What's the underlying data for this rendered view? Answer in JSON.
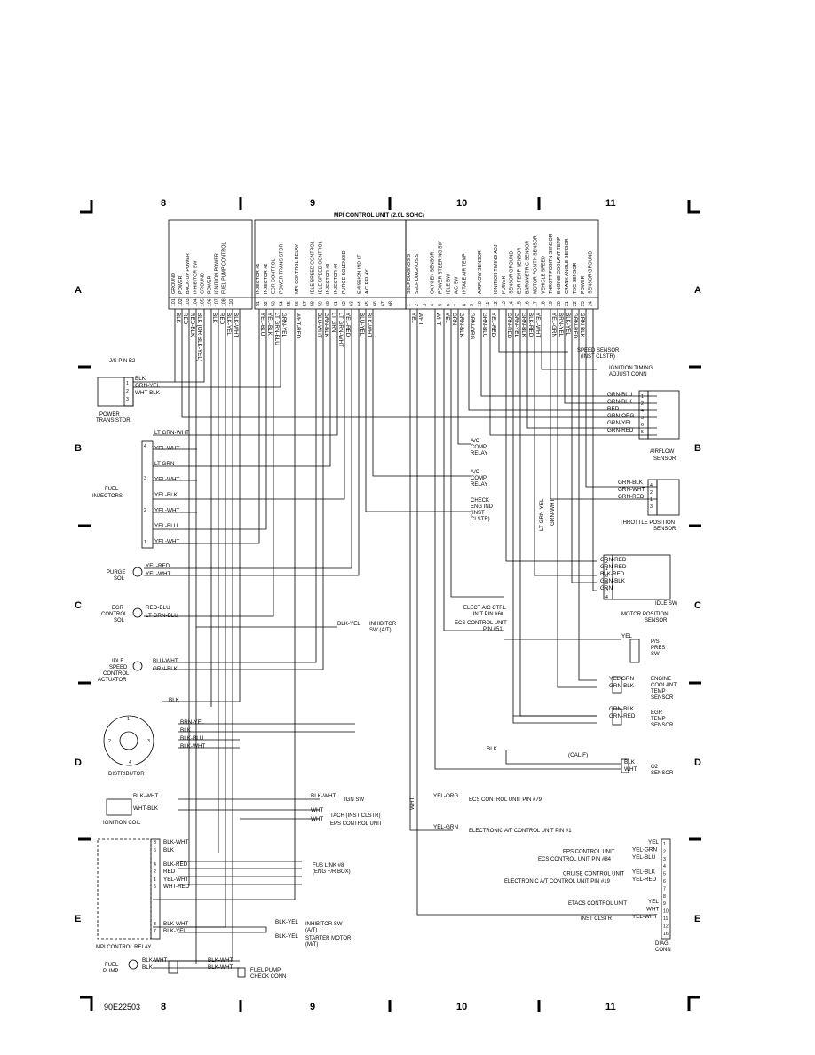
{
  "title": "MPI CONTROL UNIT (2.0L SOHC)",
  "figure_id": "90E22503",
  "columns": [
    "8",
    "9",
    "10",
    "11"
  ],
  "rows": [
    "A",
    "B",
    "C",
    "D",
    "E"
  ],
  "ecu_pins_left": [
    {
      "num": "101",
      "func": "GROUND"
    },
    {
      "num": "102",
      "func": "POWER"
    },
    {
      "num": "103",
      "func": "BACK-UP POWER"
    },
    {
      "num": "104",
      "func": "INHIBITOR SW"
    },
    {
      "num": "105",
      "func": "GROUND"
    },
    {
      "num": "106",
      "func": "POWER"
    },
    {
      "num": "107",
      "func": "IGNITION POWER"
    },
    {
      "num": "108",
      "func": "FUEL PUMP CONTROL"
    },
    {
      "num": "110",
      "func": ""
    }
  ],
  "ecu_pins_mid": [
    {
      "num": "51",
      "func": "INJECTOR #1"
    },
    {
      "num": "52",
      "func": "INJECTOR #2"
    },
    {
      "num": "53",
      "func": "EGR CONTROL"
    },
    {
      "num": "54",
      "func": "POWER TRANSISTOR"
    },
    {
      "num": "55",
      "func": ""
    },
    {
      "num": "56",
      "func": "MPI CONTROL RELAY"
    },
    {
      "num": "57",
      "func": ""
    },
    {
      "num": "58",
      "func": "IDLE SPEED CONTROL"
    },
    {
      "num": "59",
      "func": "IDLE SPEED CONTROL"
    },
    {
      "num": "60",
      "func": "INJECTOR #3"
    },
    {
      "num": "61",
      "func": "INJECTOR #4"
    },
    {
      "num": "62",
      "func": "PURGE SOLENOID"
    },
    {
      "num": "63",
      "func": ""
    },
    {
      "num": "64",
      "func": "EMISSION IND LT"
    },
    {
      "num": "65",
      "func": "A/C RELAY"
    },
    {
      "num": "66",
      "func": ""
    },
    {
      "num": "67",
      "func": ""
    },
    {
      "num": "68",
      "func": ""
    }
  ],
  "ecu_pins_right": [
    {
      "num": "1",
      "func": "SELF DIAGNOSIS"
    },
    {
      "num": "2",
      "func": "SELF DIAGNOSIS"
    },
    {
      "num": "3",
      "func": ""
    },
    {
      "num": "4",
      "func": "OXYGEN SENSOR"
    },
    {
      "num": "5",
      "func": "POWER STEERING SW"
    },
    {
      "num": "6",
      "func": "IDLE SW"
    },
    {
      "num": "7",
      "func": "A/C SW"
    },
    {
      "num": "8",
      "func": "INTAKE AIR TEMP"
    },
    {
      "num": "9",
      "func": ""
    },
    {
      "num": "10",
      "func": "AIRFLOW SENSOR"
    },
    {
      "num": "11",
      "func": ""
    },
    {
      "num": "12",
      "func": "IGNITION TIMING ADJ"
    },
    {
      "num": "13",
      "func": "POWER"
    },
    {
      "num": "14",
      "func": "SENSOR GROUND"
    },
    {
      "num": "15",
      "func": "EGR TEMP SENSOR"
    },
    {
      "num": "16",
      "func": "BAROMETRIC SENSOR"
    },
    {
      "num": "17",
      "func": "MOTOR POSITN SENSOR"
    },
    {
      "num": "18",
      "func": "VEHICLE SPEED"
    },
    {
      "num": "19",
      "func": "THROTT POSITN SENSOR"
    },
    {
      "num": "20",
      "func": "ENGINE COOLANT TEMP"
    },
    {
      "num": "21",
      "func": "CRANK ANGLE SENSOR"
    },
    {
      "num": "22",
      "func": "TDC SENSOR"
    },
    {
      "num": "23",
      "func": "POWER"
    },
    {
      "num": "24",
      "func": "SENSOR GROUND"
    }
  ],
  "wire_colors_top": {
    "left": [
      "BLK",
      "RED",
      "RED-BLK",
      "BLK (OR BLK-YEL)",
      "BLK",
      "RED",
      "BLK-YEL",
      "BLK-WHT"
    ],
    "mid": [
      "YEL-BLU",
      "YEL-BLK",
      "LT GRN-BLU",
      "GRN-YEL",
      "WHT-RED",
      "BLU-WHT",
      "GRN-BLK",
      "LT GRN",
      "LT GRN-WHT",
      "YEL-RED",
      "BLU-YEL",
      "BLK-WHT"
    ],
    "right": [
      "YEL",
      "WHT",
      "WHT",
      "YEL",
      "GRN",
      "GRN-BLK",
      "GRN-ORG",
      "GRN-BLU",
      "YEL-RED",
      "GRN-RED",
      "GRN-YEL",
      "GRN-BLK",
      "BLK-RED",
      "YEL-WHT",
      "YEL-GRN",
      "BRN-YEL",
      "BLK-YEL",
      "GRN-RED",
      "GRN-BLK"
    ]
  },
  "components": {
    "js_pin": "J/S PIN B2",
    "power_transistor": {
      "name": "POWER TRANSISTOR",
      "pins": [
        "1",
        "2",
        "3"
      ],
      "wires": [
        "BLK",
        "GRN-YEL",
        "WHT-BLK"
      ]
    },
    "fuel_injectors": {
      "name": "FUEL INJECTORS",
      "pins": [
        "4",
        "3",
        "2",
        "1"
      ],
      "wires": [
        "LT GRN-WHT",
        "YEL-WHT",
        "LT GRN",
        "YEL-WHT",
        "YEL-BLK",
        "YEL-WHT",
        "YEL-BLU",
        "YEL-WHT"
      ]
    },
    "purge_sol": {
      "name": "PURGE SOL",
      "wires": [
        "YEL-RED",
        "YEL-WHT"
      ]
    },
    "egr_sol": {
      "name": "EGR CONTROL SOL",
      "wires": [
        "RED-BLU",
        "LT GRN-BLU"
      ]
    },
    "isc": {
      "name": "IDLE SPEED CONTROL ACTUATOR",
      "wires": [
        "BLU-WHT",
        "GRN-BLK"
      ]
    },
    "blk_ground": "BLK",
    "distributor": {
      "name": "DISTRIBUTOR",
      "pins": [
        "1",
        "2",
        "3",
        "4"
      ],
      "wires": [
        "BRN-YEL",
        "BLK",
        "BLK-BLU",
        "BLK-WHT"
      ]
    },
    "ignition_coil": {
      "name": "IGNITION COIL",
      "wires": [
        "BLK-WHT",
        "WHT-BLK"
      ]
    },
    "mpi_relay": {
      "name": "MPI CONTROL RELAY",
      "pins": [
        "8",
        "6",
        "4",
        "2",
        "1",
        "5",
        "3",
        "7"
      ],
      "wires": [
        "BLK-WHT",
        "BLK",
        "BLK-RED",
        "RED",
        "YEL-WHT",
        "WHT-RED",
        "BLK-WHT",
        "BLK-YEL"
      ]
    },
    "fuel_pump": {
      "name": "FUEL PUMP",
      "wires": [
        "BLK-WHT",
        "BLK"
      ]
    },
    "fuel_pump_check": "FUEL PUMP CHECK CONN",
    "speed_sensor": "SPEED SENSOR (INST CLSTR)",
    "ign_timing": "IGNITION TIMING ADJUST CONN",
    "airflow": {
      "name": "AIRFLOW SENSOR",
      "pins": [
        "1",
        "2",
        "4",
        "3",
        "6",
        "5"
      ],
      "wires": [
        "GRN-BLU",
        "GRN-BLK",
        "RED",
        "GRN-ORG",
        "GRN-YEL",
        "GRN-RED"
      ]
    },
    "ac_comp_relay_1": "A/C COMP RELAY",
    "ac_comp_relay_2": "A/C COMP RELAY",
    "check_eng": "CHECK ENG IND (INST CLSTR)",
    "throttle": {
      "name": "THROTTLE POSITION SENSOR",
      "pins": [
        "4",
        "2",
        "1",
        "3"
      ],
      "wires": [
        "GRN-BLK",
        "GRN-WHT",
        "GRN-RED"
      ]
    },
    "motor_pos": {
      "name": "MOTOR POSITION SENSOR",
      "pins": [
        "2",
        "1",
        "6",
        "5",
        "3",
        "4"
      ],
      "wires": [
        "GRN-RED",
        "GRN-RED",
        "BLK-RED",
        "GRN-BLK",
        "GRN"
      ]
    },
    "idle_sw": "IDLE SW",
    "lt_grn_yel": "LT GRN-YEL",
    "grn_wht": "GRN-WHT",
    "elect_ac_ctrl": "ELECT A/C CTRL UNIT PIN #60",
    "ecs_pin51": "ECS CONTROL UNIT PIN #51",
    "ps_pres": {
      "name": "P/S PRES SW",
      "wire": "YEL"
    },
    "inhibitor_at": {
      "wire": "BLK-YEL",
      "label": "INHIBITOR SW (A/T)"
    },
    "coolant": {
      "name": "ENGINE COOLANT TEMP SENSOR",
      "wires": [
        "YEL-GRN",
        "GRN-BLK"
      ]
    },
    "egr_temp": {
      "name": "EGR TEMP SENSOR",
      "wires": [
        "GRN-BLK",
        "GRN-RED"
      ]
    },
    "o2": {
      "name": "O2 SENSOR",
      "wires": [
        "BLK",
        "WHT"
      ],
      "calif": "(CALIF)"
    },
    "ign_sw": {
      "wire": "BLK-WHT",
      "label": "IGN SW"
    },
    "tach": {
      "wire": "WHT",
      "label": "TACH (INST CLSTR)"
    },
    "eps": {
      "wire": "WHT",
      "label": "EPS CONTROL UNIT"
    },
    "fus_link": {
      "label": "FUS LINK #8 (ENG F/R BOX)"
    },
    "inhibitor_sw_at2": {
      "wire": "BLK-YEL",
      "label": "INHIBITOR SW (A/T)"
    },
    "starter": {
      "wire": "BLK-YEL",
      "label": "STARTER MOTOR (M/T)"
    },
    "ecs79": {
      "wire": "YEL-ORG",
      "label": "ECS CONTROL UNIT PIN #79"
    },
    "elec_ac1": {
      "wire": "YEL-GRN",
      "label": "ELECTRONIC A/T CONTROL UNIT PIN #1"
    },
    "wht_vertical": "WHT",
    "diag": {
      "name": "DIAG CONN",
      "rows": [
        {
          "pin": "1",
          "label": "",
          "wire": "YEL"
        },
        {
          "pin": "2",
          "label": "EPS CONTROL UNIT",
          "wire": "YEL-GRN"
        },
        {
          "pin": "3",
          "label": "ECS CONTROL UNIT PIN #84",
          "wire": "YEL-BLU"
        },
        {
          "pin": "4",
          "label": "",
          "wire": ""
        },
        {
          "pin": "5",
          "label": "CRUISE CONTROL UNIT",
          "wire": "YEL-BLK"
        },
        {
          "pin": "6",
          "label": "ELECTRONIC A/T CONTROL UNIT PIN #19",
          "wire": "YEL-RED"
        },
        {
          "pin": "7",
          "label": "",
          "wire": ""
        },
        {
          "pin": "8",
          "label": "",
          "wire": ""
        },
        {
          "pin": "9",
          "label": "ETACS CONTROL UNIT",
          "wire": "YEL"
        },
        {
          "pin": "10",
          "label": "",
          "wire": "WHT"
        },
        {
          "pin": "11",
          "label": "INST CLSTR",
          "wire": "YEL-WHT"
        },
        {
          "pin": "12",
          "label": "",
          "wire": ""
        },
        {
          "pin": "16",
          "label": "",
          "wire": ""
        }
      ]
    }
  }
}
